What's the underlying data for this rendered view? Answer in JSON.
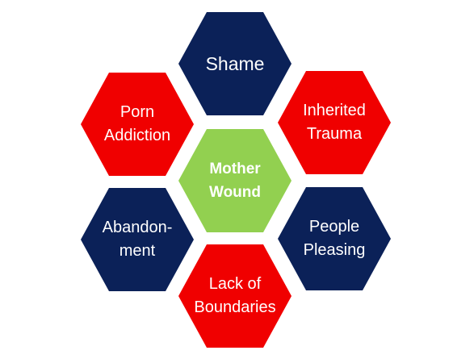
{
  "diagram": {
    "center": {
      "label": "Mother\nWound",
      "color": "#92d050"
    },
    "nodes": [
      {
        "id": "shame",
        "label": "Shame",
        "color": "#0b2158"
      },
      {
        "id": "porn-addiction",
        "label": "Porn\nAddiction",
        "color": "#f00000"
      },
      {
        "id": "inherited-trauma",
        "label": "Inherited\nTrauma",
        "color": "#f00000"
      },
      {
        "id": "abandonment",
        "label": "Abandon-\nment",
        "color": "#0b2158"
      },
      {
        "id": "people-pleasing",
        "label": "People\nPleasing",
        "color": "#0b2158"
      },
      {
        "id": "lack-of-boundaries",
        "label": "Lack of\nBoundaries",
        "color": "#f00000"
      }
    ]
  }
}
